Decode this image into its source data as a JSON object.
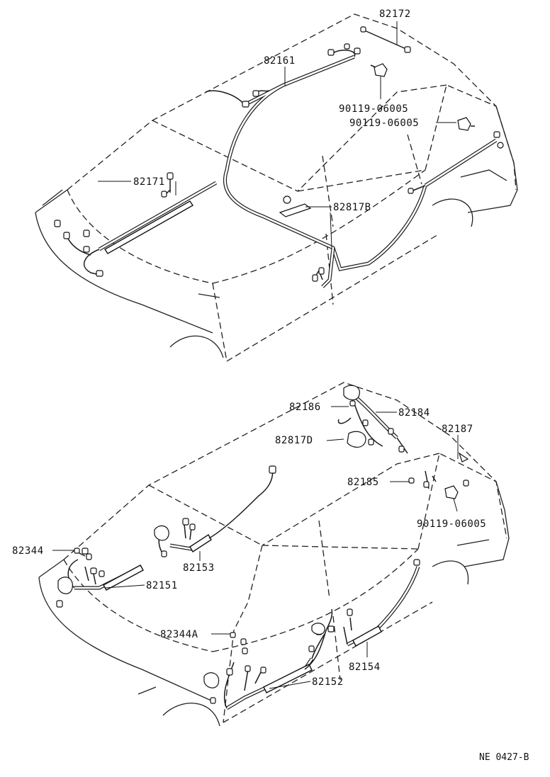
{
  "diagram": {
    "reference_code": "NE 0427-B",
    "upper_view": {
      "labels": {
        "p82172": "82172",
        "p82161": "82161",
        "p90119a": "90119-06005",
        "p90119b": "90119-06005",
        "p82171": "82171",
        "p82817b": "82817B"
      }
    },
    "lower_view": {
      "labels": {
        "p82186": "82186",
        "p82184": "82184",
        "p82187": "82187",
        "p82817d": "82817D",
        "p82185": "82185",
        "p90119c": "90119-06005",
        "p82344": "82344",
        "p82153": "82153",
        "p82151": "82151",
        "p82344a": "82344A",
        "p82152": "82152",
        "p82154": "82154"
      }
    }
  }
}
